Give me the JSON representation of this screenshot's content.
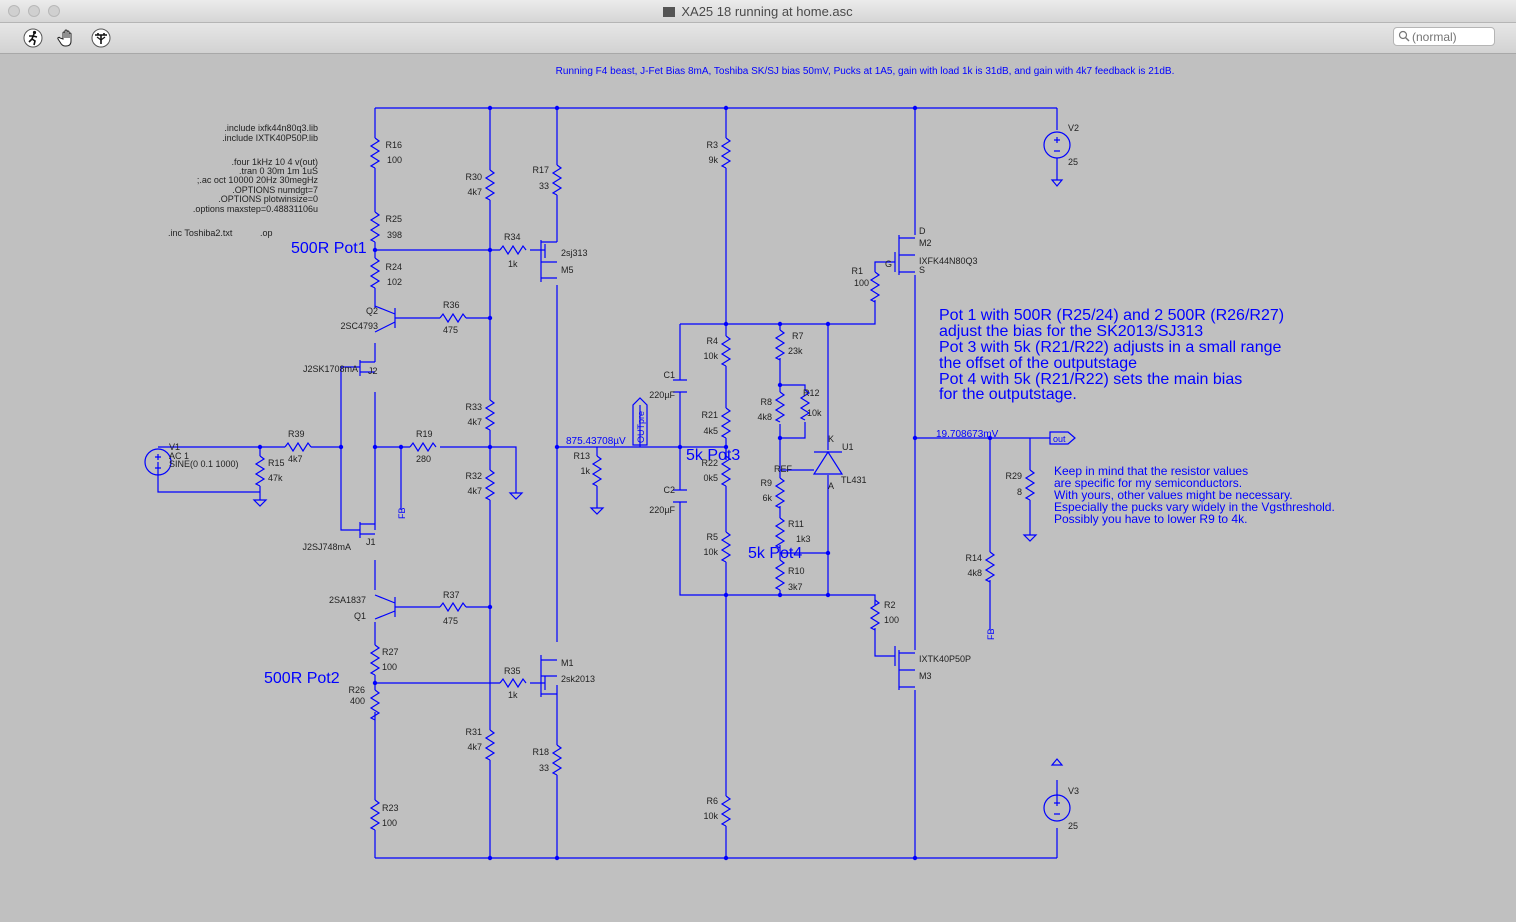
{
  "window": {
    "title": "XA25 18 running at home.asc"
  },
  "toolbar": {
    "tools": [
      "run-icon",
      "pan-hand-icon",
      "probe-icon"
    ],
    "search_placeholder": "(normal)"
  },
  "colors": {
    "wire": "#0000ff",
    "canvas": "#c0c0c0"
  },
  "header_note": "Running F4 beast, J-Fet Bias 8mA, Toshiba SK/SJ bias 50mV, Pucks at 1A5, gain with load 1k is 31dB, and gain with 4k7 feedback is 21dB.",
  "directives": [
    ".include ixfk44n80q3.lib",
    ".include IXTK40P50P.lib",
    ".four 1kHz 10 4 v(out)",
    ".tran 0 30m 1m 1uS",
    ";.ac oct 10000 20Hz 30megHz",
    ".OPTIONS numdgt=7",
    ".OPTIONS plotwinsize=0",
    ".options maxstep=0.48831106u",
    ".inc Toshiba2.txt",
    ".op"
  ],
  "comments": {
    "pot1": "500R Pot1",
    "pot2": "500R Pot2",
    "pot3": "5k Pot3",
    "pot4": "5k Pot4",
    "notes": [
      "Pot 1 with 500R (R25/24) and 2 500R (R26/R27)",
      " adjust the bias for the SK2013/SJ313",
      "Pot 3 with 5k (R21/R22) adjusts in a small range",
      "the offset of the outputstage",
      "Pot 4 with 5k (R21/R22) sets the main bias",
      " for the outputstage."
    ],
    "keep_in_mind": [
      "Keep in mind that the resistor values",
      " are specific for my semiconductors.",
      "With yours, other values might be necessary.",
      "Especially the pucks vary widely in the Vgsthreshold.",
      "Possibly you have to lower R9 to 4k."
    ]
  },
  "labels": {
    "R16": [
      "R16",
      "100"
    ],
    "R25": [
      "R25",
      "398"
    ],
    "R24": [
      "R24",
      "102"
    ],
    "R30": [
      "R30",
      "4k7"
    ],
    "R17": [
      "R17",
      "33"
    ],
    "R34": [
      "R34",
      "1k"
    ],
    "R36": [
      "R36",
      "475"
    ],
    "R33": [
      "R33",
      "4k7"
    ],
    "R39": [
      "R39",
      "4k7"
    ],
    "R15": [
      "R15",
      "47k"
    ],
    "R19": [
      "R19",
      "280"
    ],
    "R32": [
      "R32",
      "4k7"
    ],
    "R13": [
      "R13",
      "1k"
    ],
    "R37": [
      "R37",
      "475"
    ],
    "R27": [
      "R27",
      "100"
    ],
    "R26": [
      "R26",
      "400"
    ],
    "R35": [
      "R35",
      "1k"
    ],
    "R31": [
      "R31",
      "4k7"
    ],
    "R18": [
      "R18",
      "33"
    ],
    "R23": [
      "R23",
      "100"
    ],
    "R3": [
      "R3",
      "9k"
    ],
    "R4": [
      "R4",
      "10k"
    ],
    "R21": [
      "R21",
      "4k5"
    ],
    "R22": [
      "R22",
      "0k5"
    ],
    "R5": [
      "R5",
      "10k"
    ],
    "R6": [
      "R6",
      "10k"
    ],
    "R7": [
      "R7",
      "23k"
    ],
    "R8": [
      "R8",
      "4k8"
    ],
    "R12": [
      "R12",
      "10k"
    ],
    "R9": [
      "R9",
      "6k"
    ],
    "R11": [
      "R11",
      "1k3"
    ],
    "R10": [
      "R10",
      "3k7"
    ],
    "R1": [
      "R1",
      "100"
    ],
    "R2": [
      "R2",
      "100"
    ],
    "R29": [
      "R29",
      "8"
    ],
    "R14": [
      "R14",
      "4k8"
    ],
    "C1": [
      "C1",
      "220µF"
    ],
    "C2": [
      "C2",
      "220µF"
    ],
    "Q2": [
      "Q2",
      "2SC4793"
    ],
    "Q1": [
      "2SA1837",
      "Q1"
    ],
    "J2": [
      "J2SK1708mA",
      "J2"
    ],
    "J1": [
      "J2SJ748mA",
      "J1"
    ],
    "M5": [
      "2sj313",
      "M5"
    ],
    "M1": [
      "M1",
      "2sk2013"
    ],
    "M2": [
      "D",
      "M2",
      "G",
      "IXFK44N80Q3",
      "S"
    ],
    "M3": [
      "IXTK40P50P",
      "M3"
    ],
    "U1": [
      "K",
      "U1",
      "REF",
      "A",
      "TL431"
    ],
    "V1": [
      "V1",
      "AC 1",
      "SINE(0 0.1 1000)"
    ],
    "V2": [
      "V2",
      "25"
    ],
    "V3": [
      "V3",
      "25"
    ],
    "net_fb": "FB",
    "net_outpre": "OUTpre",
    "net_out": "out",
    "op_outpre": "875.43708µV",
    "op_out": "19.708673mV"
  }
}
